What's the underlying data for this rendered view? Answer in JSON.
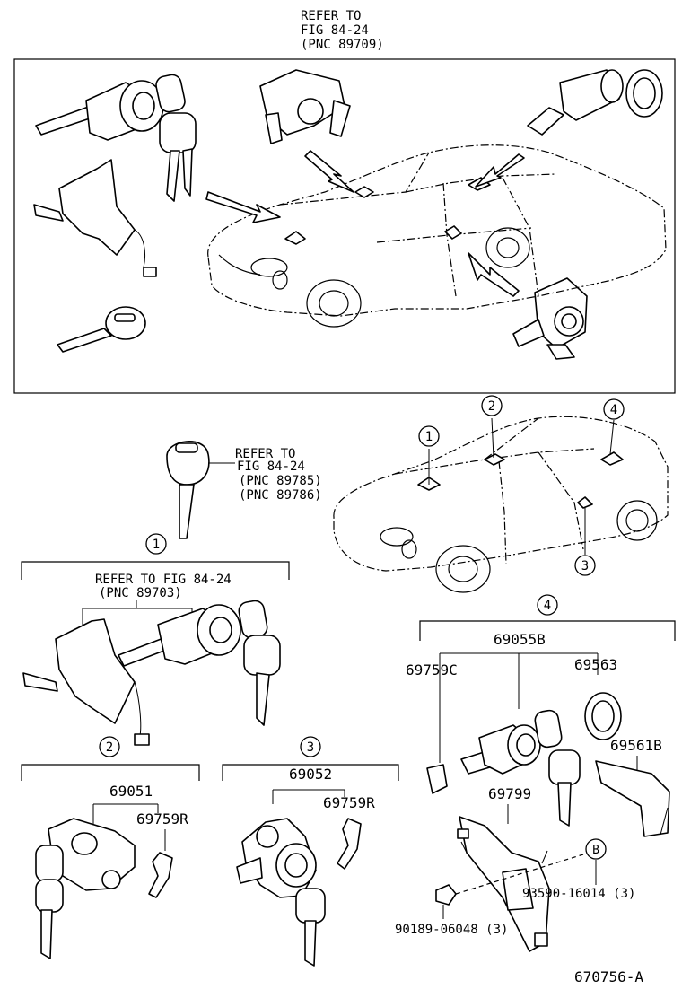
{
  "refer_top": [
    "REFER TO",
    "FIG 84-24",
    "(PNC 89709)"
  ],
  "refer_key": [
    "REFER TO",
    "FIG 84-24",
    "(PNC 89785)",
    "(PNC 89786)"
  ],
  "refer_ignition": [
    "REFER TO FIG 84-24",
    "(PNC 89703)"
  ],
  "callouts": {
    "c1": "1",
    "c2": "2",
    "c3": "3",
    "c4": "4",
    "cb": "B"
  },
  "parts": {
    "p69051": "69051",
    "p69759r_a": "69759R",
    "p69052": "69052",
    "p69759r_b": "69759R",
    "p69055b": "69055B",
    "p69759c": "69759C",
    "p69563": "69563",
    "p69561b": "69561B",
    "p69799": "69799",
    "p93590": "93590-16014 (3)",
    "p90189": "90189-06048 (3)"
  },
  "figure_id": "670756-A"
}
